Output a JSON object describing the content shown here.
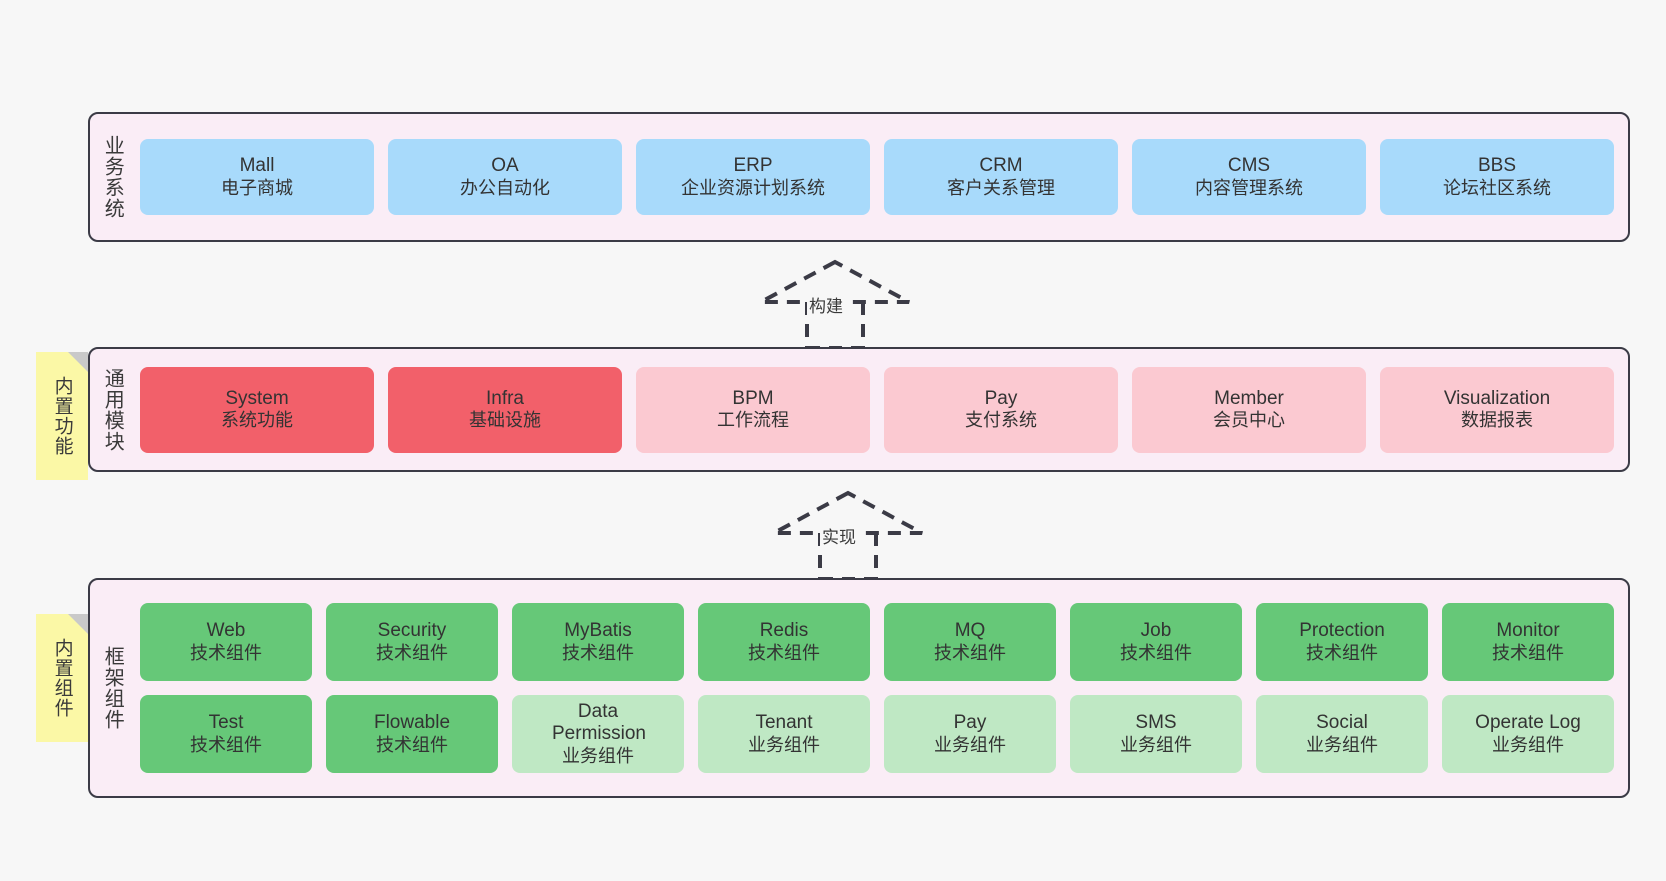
{
  "diagram": {
    "background": "#f7f7f7",
    "layers": [
      {
        "id": "business",
        "title": "业务系统",
        "note": null,
        "node_color": "#a8dafb",
        "rows": [
          {
            "nodes": [
              {
                "name": "Mall",
                "subtitle": "电子商城"
              },
              {
                "name": "OA",
                "subtitle": "办公自动化"
              },
              {
                "name": "ERP",
                "subtitle": "企业资源计划系统"
              },
              {
                "name": "CRM",
                "subtitle": "客户关系管理"
              },
              {
                "name": "CMS",
                "subtitle": "内容管理系统"
              },
              {
                "name": "BBS",
                "subtitle": "论坛社区系统"
              }
            ]
          }
        ]
      },
      {
        "id": "common-module",
        "title": "通用模块",
        "note": "内置功能",
        "node_color": "#f2606a",
        "rows": [
          {
            "nodes": [
              {
                "name": "System",
                "subtitle": "系统功能",
                "style": "red"
              },
              {
                "name": "Infra",
                "subtitle": "基础设施",
                "style": "red"
              },
              {
                "name": "BPM",
                "subtitle": "工作流程",
                "style": "pink"
              },
              {
                "name": "Pay",
                "subtitle": "支付系统",
                "style": "pink"
              },
              {
                "name": "Member",
                "subtitle": "会员中心",
                "style": "pink"
              },
              {
                "name": "Visualization",
                "subtitle": "数据报表",
                "style": "pink"
              }
            ]
          }
        ]
      },
      {
        "id": "framework-component",
        "title": "框架组件",
        "note": "内置组件",
        "node_color": "#66c878",
        "rows": [
          {
            "nodes": [
              {
                "name": "Web",
                "subtitle": "技术组件",
                "style": "green"
              },
              {
                "name": "Security",
                "subtitle": "技术组件",
                "style": "green"
              },
              {
                "name": "MyBatis",
                "subtitle": "技术组件",
                "style": "green"
              },
              {
                "name": "Redis",
                "subtitle": "技术组件",
                "style": "green"
              },
              {
                "name": "MQ",
                "subtitle": "技术组件",
                "style": "green"
              },
              {
                "name": "Job",
                "subtitle": "技术组件",
                "style": "green"
              },
              {
                "name": "Protection",
                "subtitle": "技术组件",
                "style": "green"
              },
              {
                "name": "Monitor",
                "subtitle": "技术组件",
                "style": "green"
              }
            ]
          },
          {
            "nodes": [
              {
                "name": "Test",
                "subtitle": "技术组件",
                "style": "green"
              },
              {
                "name": "Flowable",
                "subtitle": "技术组件",
                "style": "green"
              },
              {
                "name": "Data Permission",
                "subtitle": "业务组件",
                "style": "lgreen"
              },
              {
                "name": "Tenant",
                "subtitle": "业务组件",
                "style": "lgreen"
              },
              {
                "name": "Pay",
                "subtitle": "业务组件",
                "style": "lgreen"
              },
              {
                "name": "SMS",
                "subtitle": "业务组件",
                "style": "lgreen"
              },
              {
                "name": "Social",
                "subtitle": "业务组件",
                "style": "lgreen"
              },
              {
                "name": "Operate Log",
                "subtitle": "业务组件",
                "style": "lgreen"
              }
            ]
          }
        ]
      }
    ],
    "connectors": [
      {
        "id": "build",
        "label": "构建",
        "from": "common-module",
        "to": "business"
      },
      {
        "id": "implement",
        "label": "实现",
        "from": "framework-component",
        "to": "common-module"
      }
    ]
  }
}
